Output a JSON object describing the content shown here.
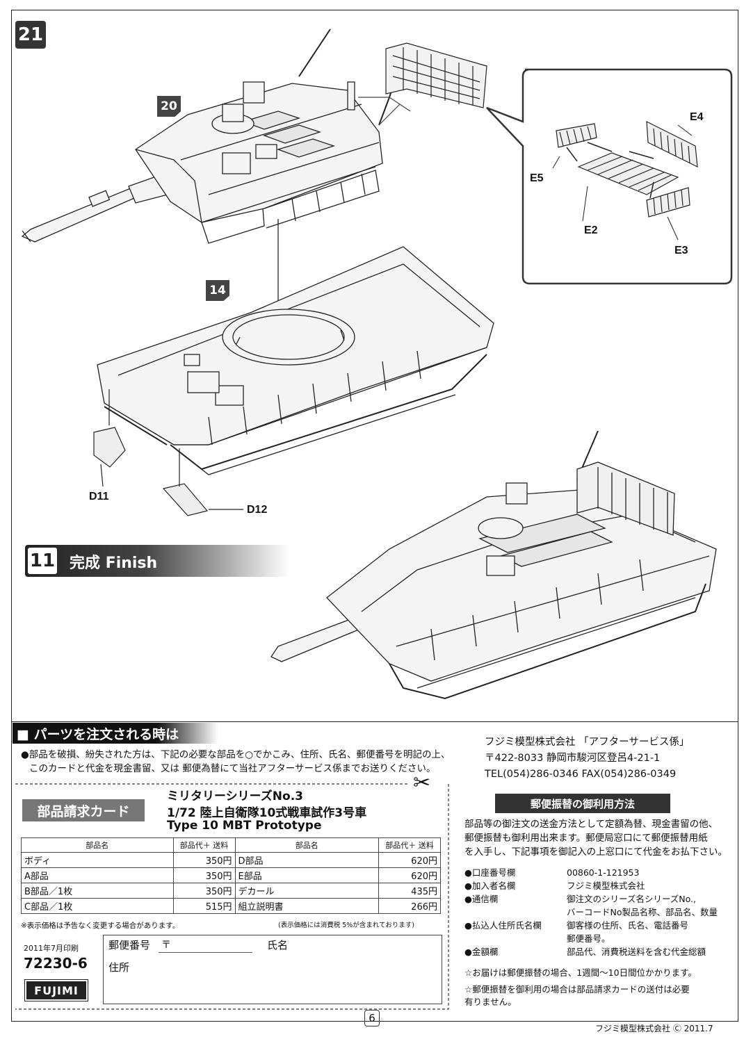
{
  "step_main": "21",
  "step_refs": {
    "turret": "20",
    "hull": "14"
  },
  "parts_labels": {
    "e4": "E4",
    "e5": "E5",
    "e2": "E2",
    "e3": "E3",
    "d11": "D11",
    "d12": "D12"
  },
  "finish": {
    "number": "11",
    "label": "完成 Finish"
  },
  "order": {
    "heading": "■ パーツを注文される時は",
    "instructions": [
      "●部品を破損、紛失された方は、下記の必要な部品を○でかこみ、住所、氏名、郵便番号を明記の上、",
      "このカードと代金を現金書留、又は 郵便為替にて当社アフターサービス係までお送りください。"
    ],
    "company": {
      "name": "フジミ模型株式会社 「アフターサービス係」",
      "postal_address": "〒422-8033  静岡市駿河区登呂4-21-1",
      "tel_fax": "TEL(054)286-0346  FAX(054)286-0349"
    }
  },
  "card": {
    "title": "部品請求カード",
    "series": "ミリタリーシリーズNo.3",
    "product_jp": "1/72  陸上自衛隊10式戦車試作3号車",
    "product_en": "Type 10 MBT Prototype",
    "table_headers": [
      "部品名",
      "部品代＋ 送料",
      "部品名",
      "部品代＋ 送料"
    ],
    "rows": [
      [
        "ボディ",
        "350円",
        "D部品",
        "620円"
      ],
      [
        "A部品",
        "350円",
        "E部品",
        "620円"
      ],
      [
        "B部品／1枚",
        "350円",
        "デカール",
        "435円"
      ],
      [
        "C部品／1枚",
        "515円",
        "組立説明書",
        "266円"
      ]
    ],
    "note_left": "※表示価格は予告なく変更する場合があります。",
    "note_right": "(表示価格には消費税 5%が含まれております)",
    "print_date": "2011年7月印刷",
    "code": "72230-6",
    "logo": "FUJIMI",
    "fields": {
      "postal": "郵便番号",
      "postal_mark": "〒",
      "name": "氏名",
      "address": "住所"
    }
  },
  "giro": {
    "title": "郵便振替の御利用方法",
    "intro": [
      "部品等の御注文の送金方法として定額為替、現金書留の他、",
      "郵便振替も御利用出来ます。郵便局窓口にて郵便振替用紙",
      "を入手し、下記事項を御記入の上窓口にて代金をお払下さい。"
    ],
    "items": [
      {
        "label": "●口座番号欄",
        "value": [
          "00860-1-121953"
        ]
      },
      {
        "label": "●加入者名欄",
        "value": [
          "フジミ模型株式会社"
        ]
      },
      {
        "label": "●通信欄",
        "value": [
          "御注文のシリーズ名シリーズNo.,",
          "バーコードNo製品名称、部品名、数量"
        ]
      },
      {
        "label": "●払込人住所氏名欄",
        "value": [
          "御客様の住所、氏名、電話番号",
          "郵便番号。"
        ]
      },
      {
        "label": "●金額欄",
        "value": [
          "部品代、消費税送料を含む代金総額"
        ]
      }
    ],
    "notes": [
      "☆お届けは郵便振替の場合、1週間〜10日間位かかります。",
      "☆郵便振替を御利用の場合は部品請求カードの送付は必要",
      "有りません。"
    ]
  },
  "footer": {
    "page": "6",
    "copyright": "フジミ模型株式会社 Ⓒ 2011.7"
  }
}
